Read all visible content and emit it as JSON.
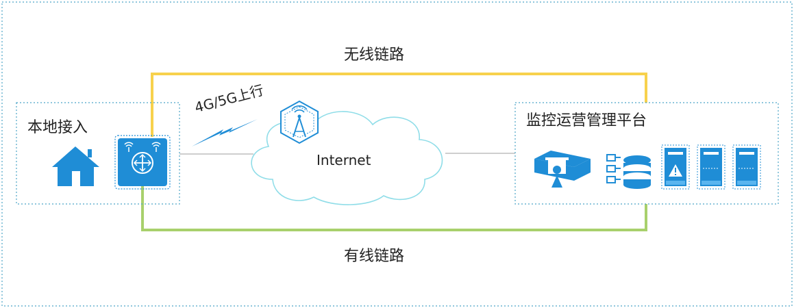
{
  "diagram": {
    "wireless_link_label": "无线链路",
    "wired_link_label": "有线链路",
    "local_access_label": "本地接入",
    "uplink_label": "4G/5G上行",
    "internet_label": "Internet",
    "platform_label": "监控运营管理平台",
    "colors": {
      "wireless": "#f7d14c",
      "wired": "#a8d06c",
      "accent_blue": "#1f8dd6",
      "dotted_border": "#4aa3c6",
      "cloud_stroke": "#8fdde8",
      "neutral_line": "#b0b0b0"
    },
    "icons": {
      "home": "house-icon",
      "router": "router-icon",
      "tower": "cell-tower-icon",
      "camera": "camera-monitor-icon",
      "database": "database-icon",
      "server_alert": "server-alert-icon",
      "server": "server-icon"
    }
  }
}
